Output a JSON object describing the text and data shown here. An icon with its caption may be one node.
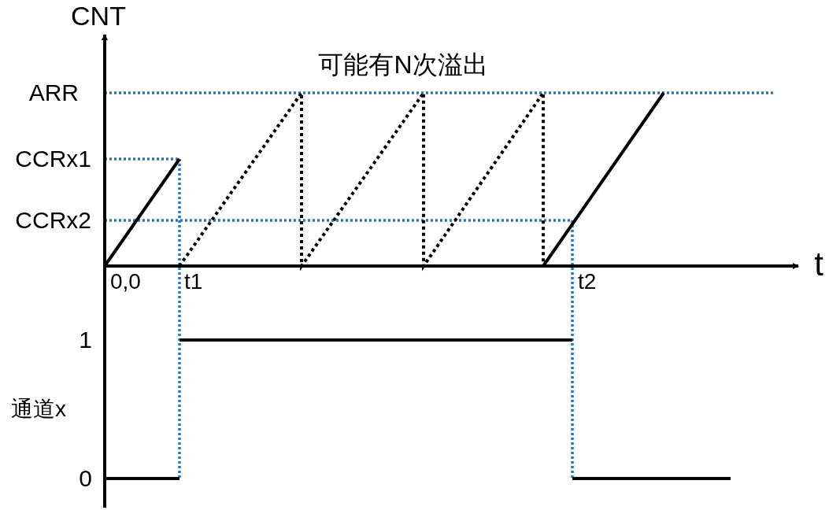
{
  "diagram": {
    "labels": [
      "CNT",
      "可能有N次溢出",
      "ARR",
      "CCRx1",
      "CCRx2",
      "t",
      "0,0",
      "t1",
      "t2",
      "1",
      "通道x",
      "0"
    ]
  }
}
